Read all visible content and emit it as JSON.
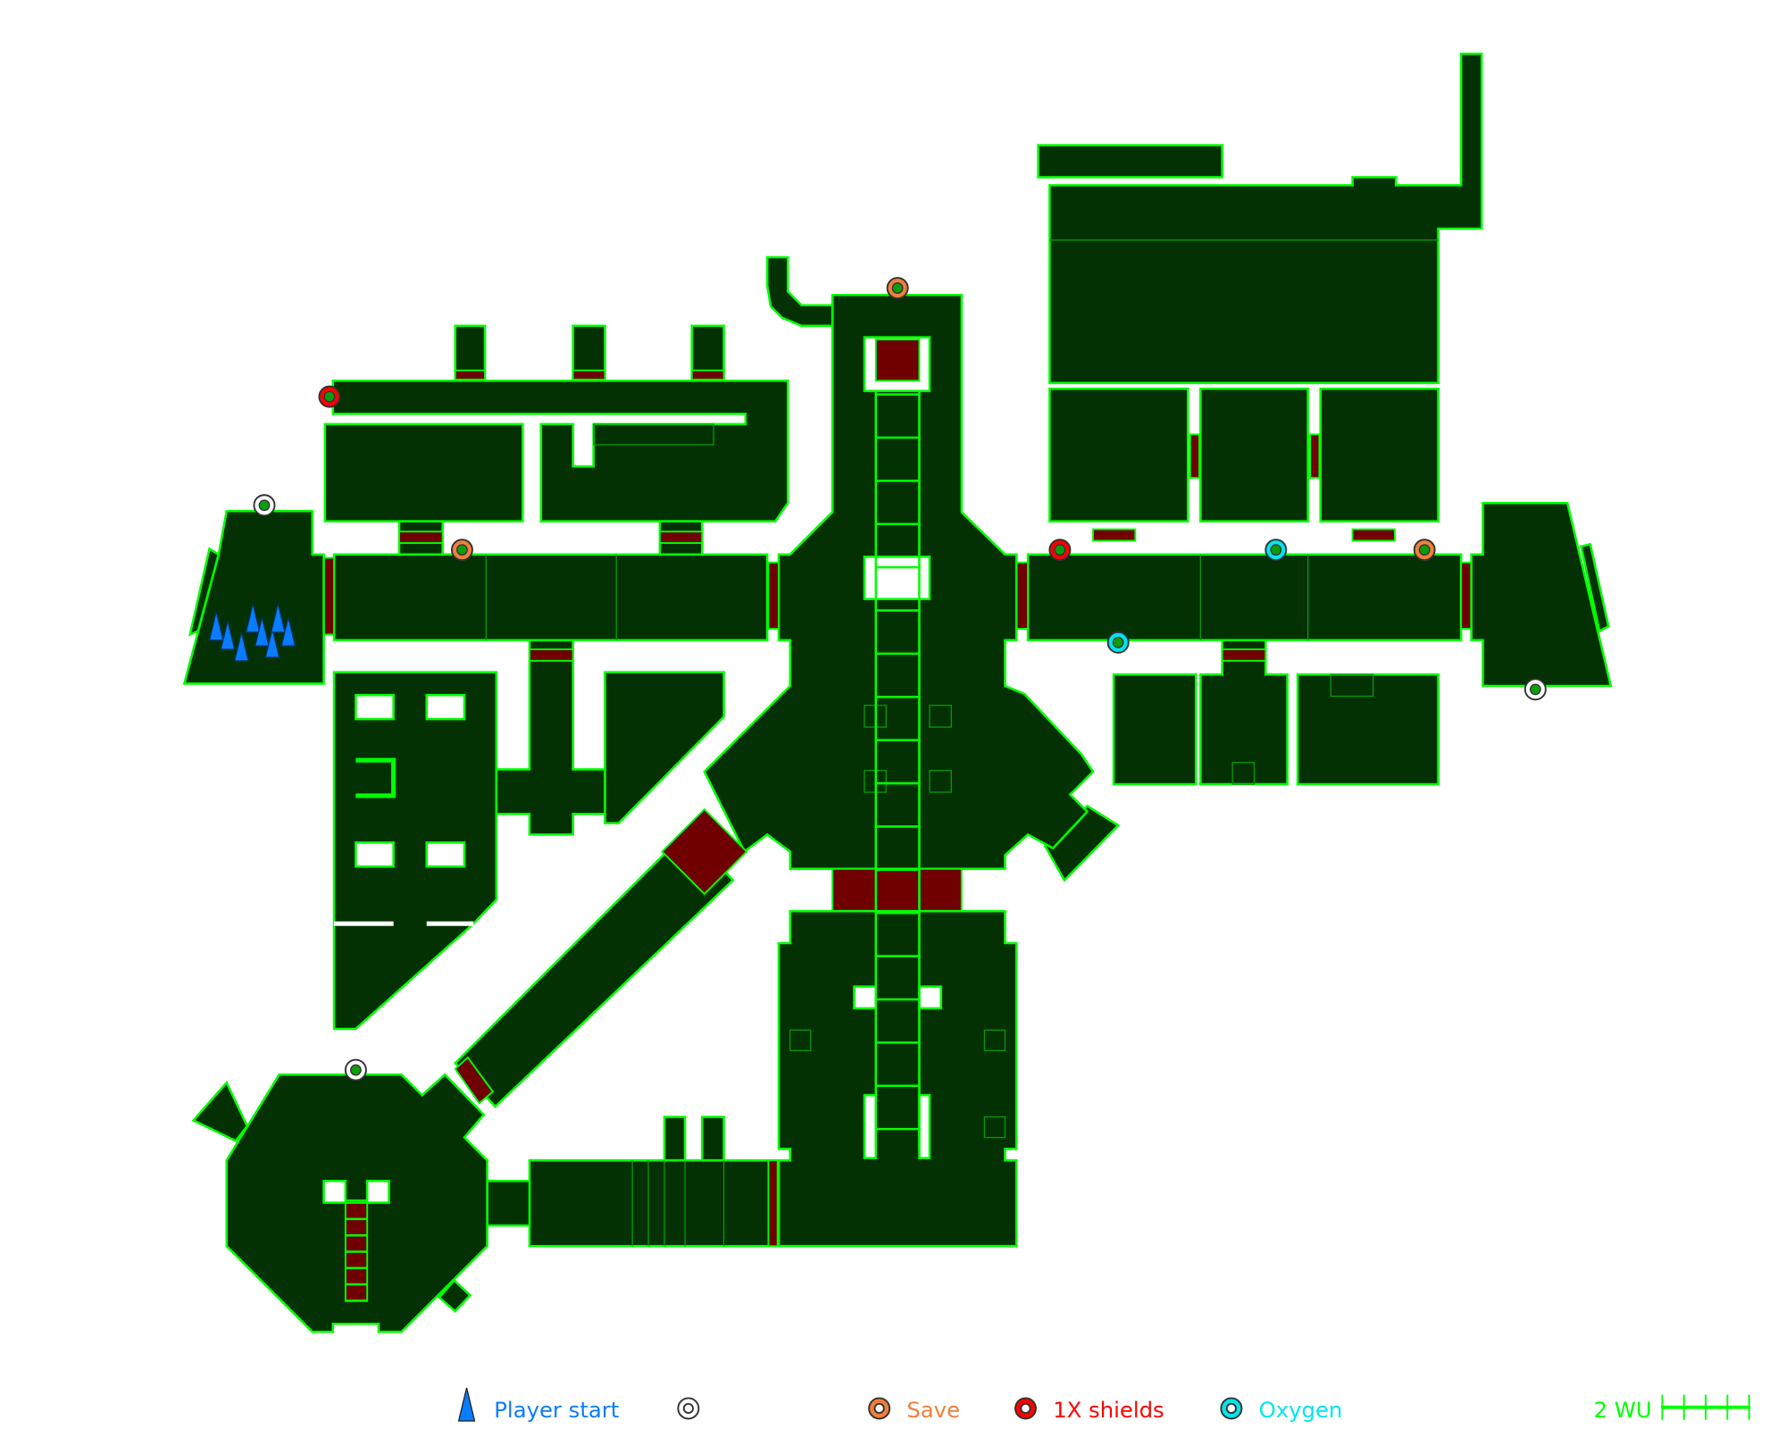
{
  "legend": {
    "player_start": {
      "label": "Player start",
      "color": "#0a7cff",
      "icon": "player-start-triangle-icon"
    },
    "unlabeled": {
      "label": "",
      "color": "#ffffff",
      "icon": "white-ring-marker-icon"
    },
    "save": {
      "label": "Save",
      "color": "#f07f3c",
      "icon": "save-ring-marker-icon"
    },
    "shields": {
      "label": "1X shields",
      "color": "#ff0000",
      "icon": "shield-ring-marker-icon"
    },
    "oxygen": {
      "label": "Oxygen",
      "color": "#00e5ee",
      "icon": "oxygen-ring-marker-icon"
    },
    "scale": {
      "label": "2 WU",
      "color": "#00ff00"
    }
  },
  "map": {
    "fill_color": "#033103",
    "wall_color": "#00ff00",
    "door_color": "#700000"
  }
}
